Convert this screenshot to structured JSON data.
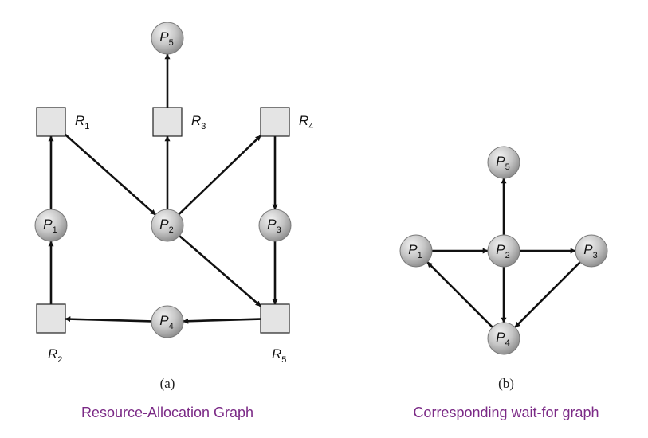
{
  "colors": {
    "caption": "#7b2a86",
    "edge": "#111111",
    "node_fill": "#c6c6c6",
    "resource_fill": "#e4e4e4"
  },
  "panel_a": {
    "tag": "(a)",
    "caption": "Resource-Allocation Graph",
    "processes": [
      {
        "id": "P1",
        "letter": "P",
        "index": "1"
      },
      {
        "id": "P2",
        "letter": "P",
        "index": "2"
      },
      {
        "id": "P3",
        "letter": "P",
        "index": "3"
      },
      {
        "id": "P4",
        "letter": "P",
        "index": "4"
      },
      {
        "id": "P5",
        "letter": "P",
        "index": "5"
      }
    ],
    "resources": [
      {
        "id": "R1",
        "letter": "R",
        "index": "1"
      },
      {
        "id": "R2",
        "letter": "R",
        "index": "2"
      },
      {
        "id": "R3",
        "letter": "R",
        "index": "3"
      },
      {
        "id": "R4",
        "letter": "R",
        "index": "4"
      },
      {
        "id": "R5",
        "letter": "R",
        "index": "5"
      }
    ],
    "edges": [
      {
        "from": "R1",
        "to": "P2"
      },
      {
        "from": "P1",
        "to": "R1"
      },
      {
        "from": "R2",
        "to": "P1"
      },
      {
        "from": "P2",
        "to": "R3"
      },
      {
        "from": "R3",
        "to": "P5"
      },
      {
        "from": "P2",
        "to": "R4"
      },
      {
        "from": "R4",
        "to": "P3"
      },
      {
        "from": "P3",
        "to": "R5"
      },
      {
        "from": "P2",
        "to": "R5"
      },
      {
        "from": "R5",
        "to": "P4"
      },
      {
        "from": "P4",
        "to": "R2"
      }
    ]
  },
  "panel_b": {
    "tag": "(b)",
    "caption": "Corresponding wait-for graph",
    "processes": [
      {
        "id": "P1",
        "letter": "P",
        "index": "1"
      },
      {
        "id": "P2",
        "letter": "P",
        "index": "2"
      },
      {
        "id": "P3",
        "letter": "P",
        "index": "3"
      },
      {
        "id": "P4",
        "letter": "P",
        "index": "4"
      },
      {
        "id": "P5",
        "letter": "P",
        "index": "5"
      }
    ],
    "edges": [
      {
        "from": "P1",
        "to": "P2"
      },
      {
        "from": "P2",
        "to": "P3"
      },
      {
        "from": "P2",
        "to": "P5"
      },
      {
        "from": "P2",
        "to": "P4"
      },
      {
        "from": "P3",
        "to": "P4"
      },
      {
        "from": "P4",
        "to": "P1"
      }
    ]
  }
}
